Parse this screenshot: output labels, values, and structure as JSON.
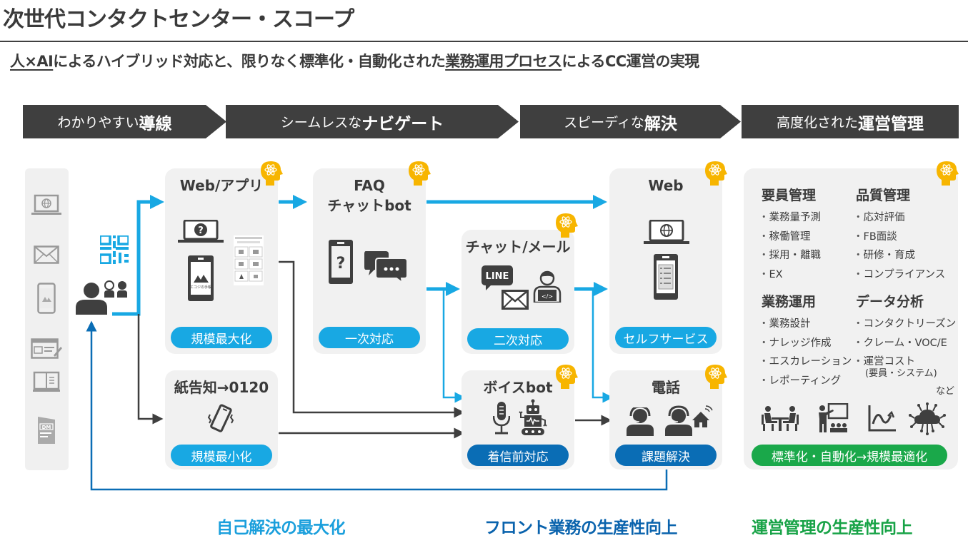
{
  "page": {
    "title": "次世代コンタクトセンター・スコープ",
    "subtitle": {
      "part1_underlined": "人×AI",
      "part2": "によるハイブリッド対応と、限りなく標準化・自動化された",
      "part3_underlined": "業務運用プロセス",
      "part4": "によるCC運営の実現"
    }
  },
  "phases": [
    {
      "prefix": "わかりやすい",
      "bold": "導線"
    },
    {
      "prefix": "シームレスな",
      "bold": "ナビゲート"
    },
    {
      "prefix": "スピーディな",
      "bold": "解決"
    },
    {
      "prefix": "高度化された",
      "bold": "運営管理"
    }
  ],
  "channels": {
    "icons": [
      "laptop-globe-icon",
      "envelope-icon",
      "smartphone-app-icon",
      "web-form-icon",
      "booklet-icon",
      "direct-mail-icon"
    ],
    "dm_label": "DM"
  },
  "customer": {
    "icons": [
      "qr-code-icon",
      "user-icon",
      "customers-icon"
    ]
  },
  "cards": {
    "web_app": {
      "title": "Web/アプリ",
      "pill": "規模最大化",
      "app_logo_text": "エコジの手帳"
    },
    "paper": {
      "title": "紙告知→0120",
      "pill": "規模最小化"
    },
    "faq_bot": {
      "title_line1": "FAQ",
      "title_line2": "チャットbot",
      "pill": "一次対応"
    },
    "chat_mail": {
      "title": "チャット/メール",
      "pill": "二次対応",
      "line_label": "LINE"
    },
    "voice_bot": {
      "title": "ボイスbot",
      "pill": "着信前対応"
    },
    "web_self": {
      "title": "Web",
      "pill": "セルフサービス"
    },
    "phone": {
      "title": "電話",
      "pill": "課題解決"
    }
  },
  "management": {
    "groups": [
      {
        "heading": "要員管理",
        "items": [
          "業務量予測",
          "稼働管理",
          "採用・離職",
          "EX"
        ]
      },
      {
        "heading": "品質管理",
        "items": [
          "応対評価",
          "FB面談",
          "研修・育成",
          "コンプライアンス"
        ]
      },
      {
        "heading": "業務運用",
        "items": [
          "業務設計",
          "ナレッジ作成",
          "エスカレーション",
          "レポーティング"
        ]
      },
      {
        "heading": "データ分析",
        "items": [
          "コンタクトリーズン",
          "クレーム・VOC/E",
          "運営コスト"
        ],
        "note": "(要員・システム)"
      }
    ],
    "etc": "など",
    "icons": [
      "meeting-icon",
      "training-icon",
      "analytics-chart-icon",
      "cloud-network-icon"
    ],
    "pill": "標準化・自動化→規模最適化"
  },
  "outcomes": [
    {
      "label": "自己解決の最大化",
      "color": "#1a9fdc"
    },
    {
      "label": "フロント業務の生産性向上",
      "color": "#0a63ad"
    },
    {
      "label": "運営管理の生産性向上",
      "color": "#18a347"
    }
  ],
  "colors": {
    "dark": "#3f3f3f",
    "light_blue": "#18a8e3",
    "dark_blue": "#0a6db5",
    "green": "#1aa84a",
    "ai_badge": "#f7b500",
    "card_bg": "#f1f1f1"
  }
}
